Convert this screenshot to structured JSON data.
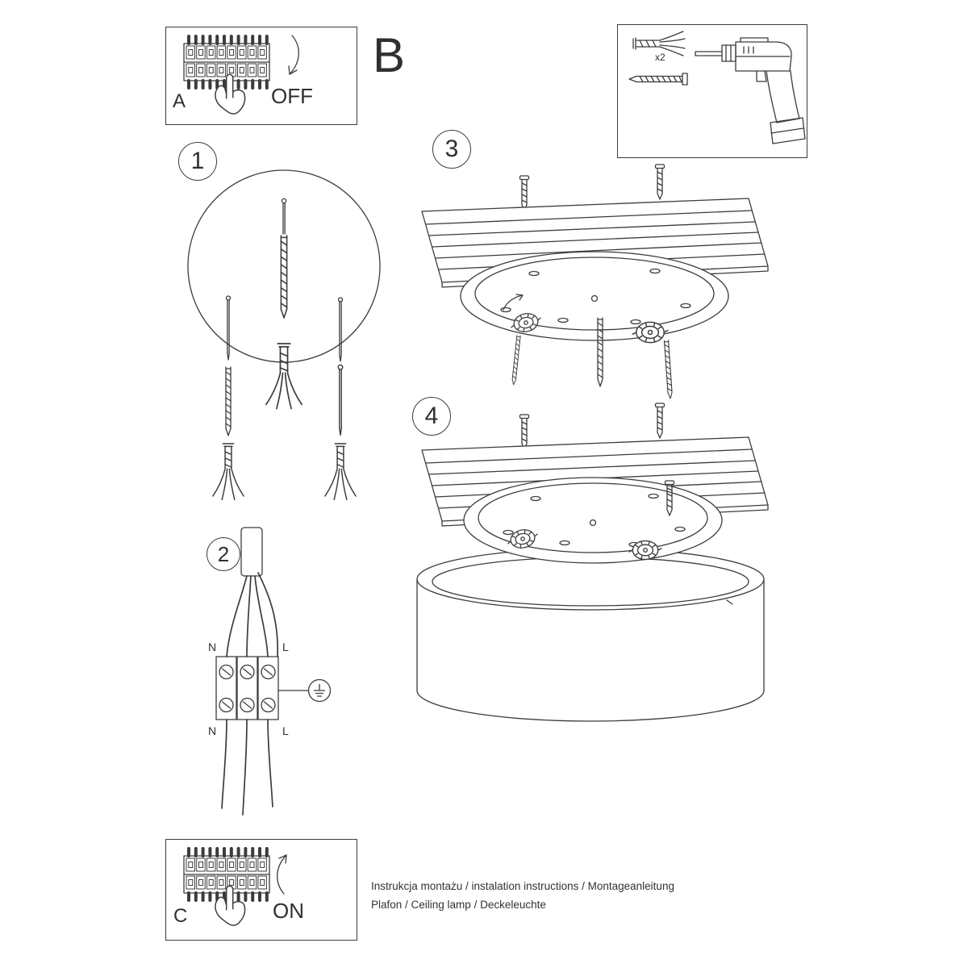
{
  "colors": {
    "line": "#3c3c3c",
    "bg": "#ffffff"
  },
  "panels": {
    "a_label": "A",
    "c_label": "C",
    "off_label": "OFF",
    "on_label": "ON"
  },
  "section_b_label": "B",
  "tools_box": {
    "anchor_qty": "x2"
  },
  "steps": {
    "one": "1",
    "two": "2",
    "three": "3",
    "four": "4"
  },
  "wiring_labels": {
    "n_top": "N",
    "l_top": "L",
    "n_bottom": "N",
    "l_bottom": "L"
  },
  "footer": {
    "line1": "Instrukcja montażu / instalation instructions / Montageanleitung",
    "line2": "Plafon / Ceiling lamp / Deckeleuchte"
  }
}
